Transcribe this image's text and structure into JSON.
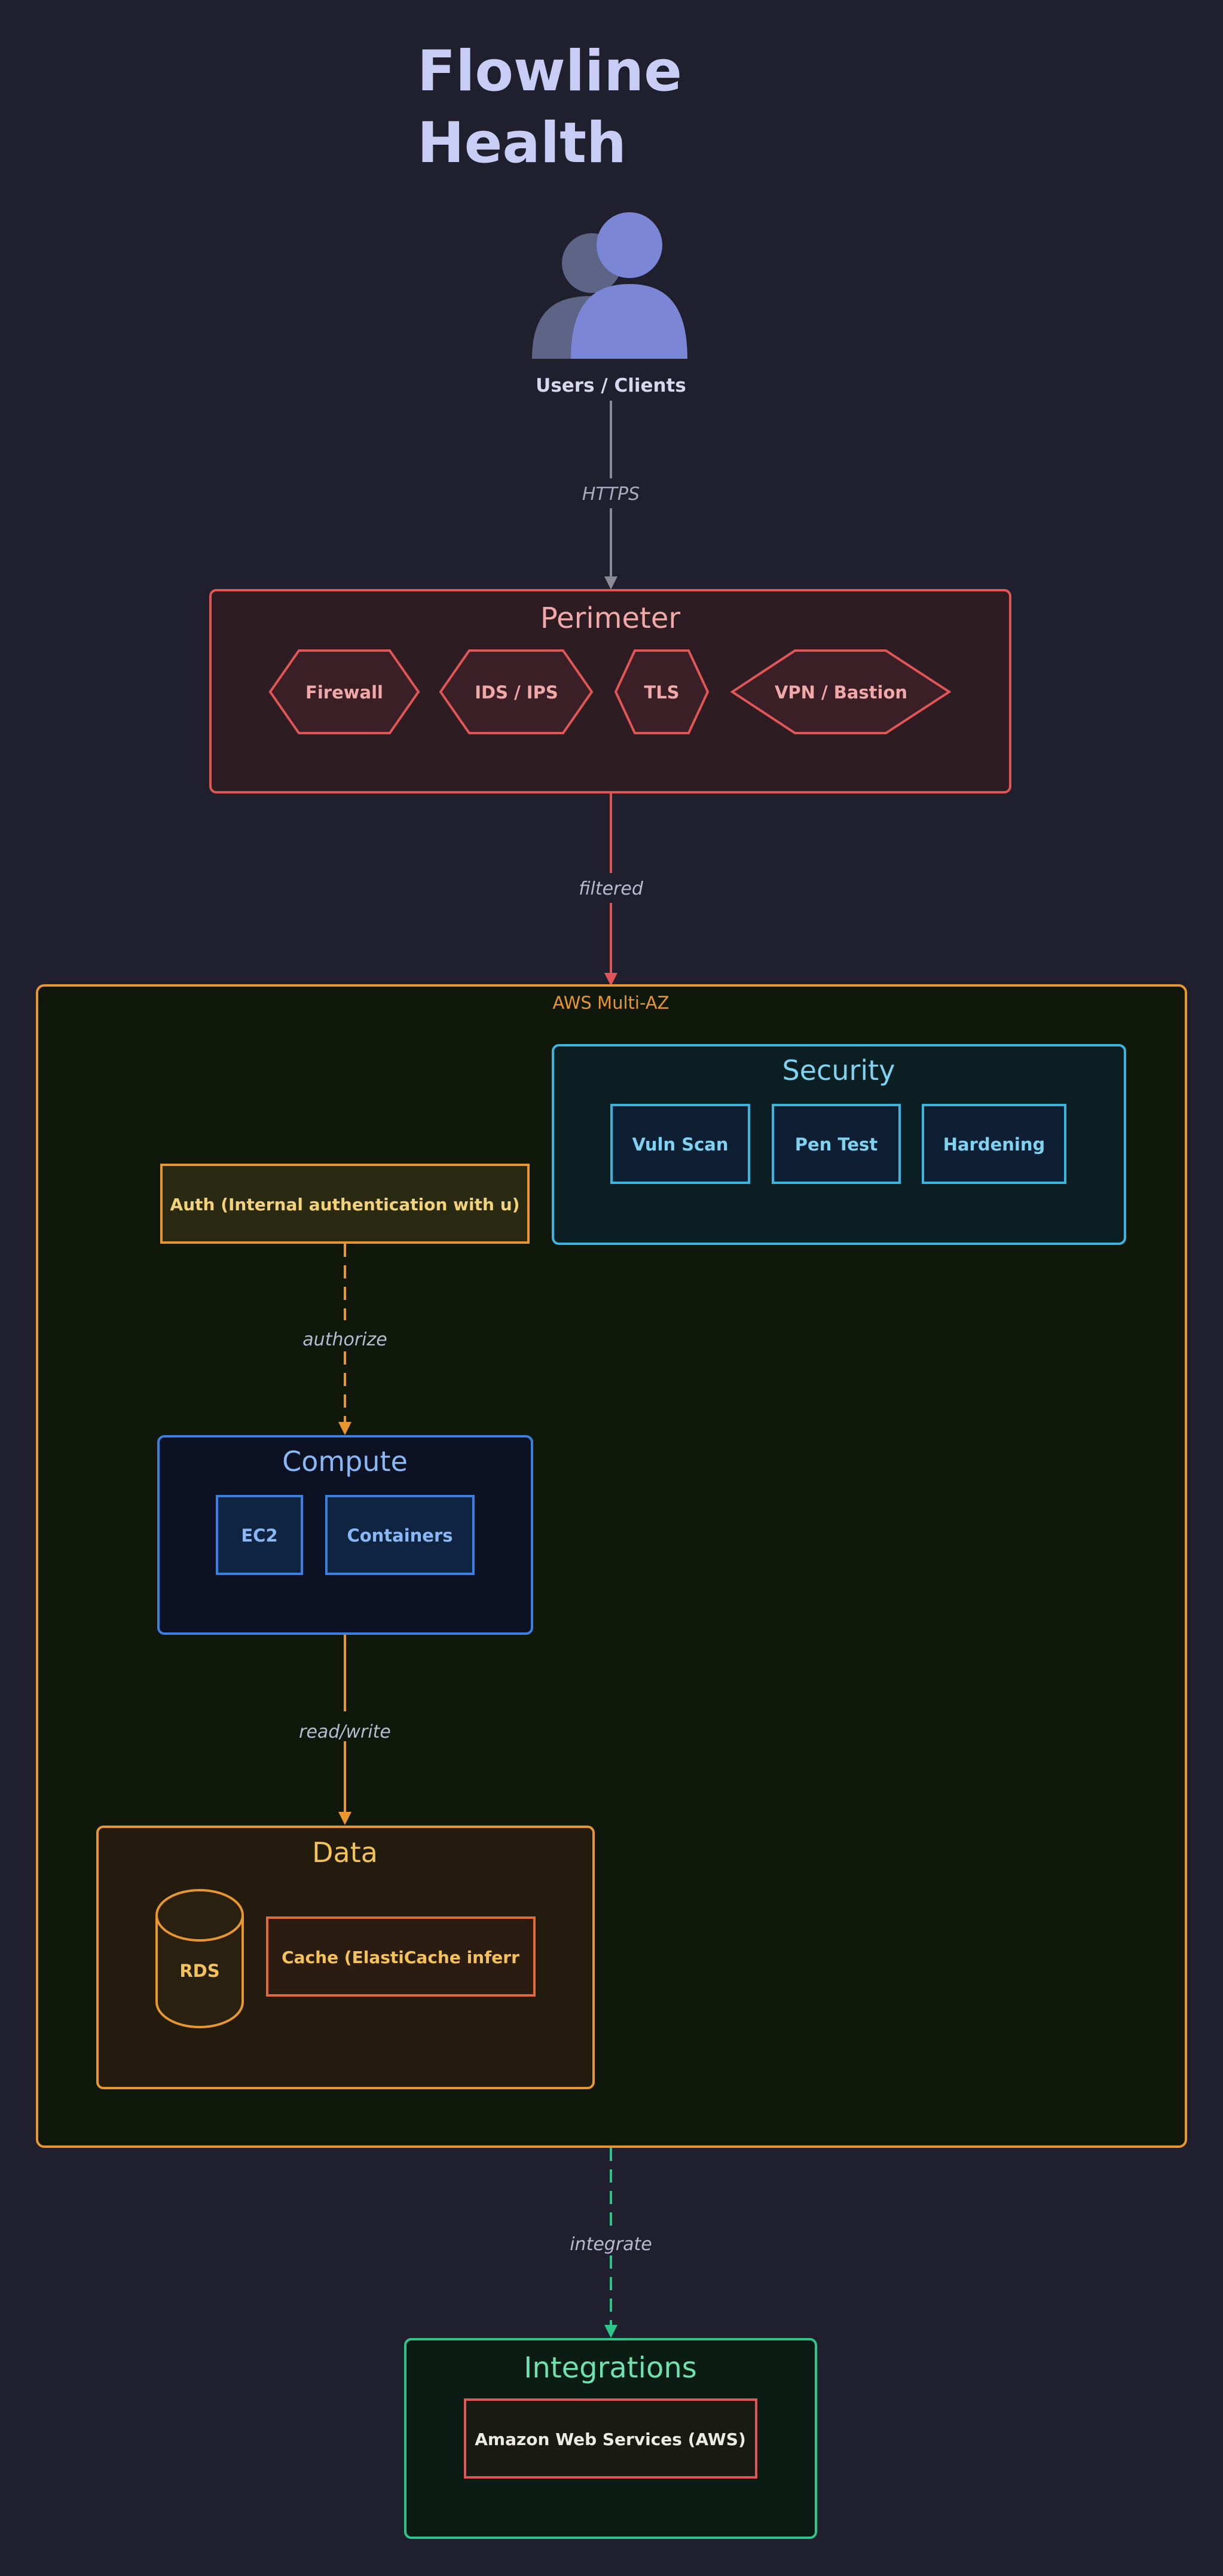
{
  "title_lines": [
    "Flowline",
    "Health"
  ],
  "users": {
    "label": "Users / Clients"
  },
  "edges": {
    "https": "HTTPS",
    "filtered": "filtered",
    "authorize": "authorize",
    "read_write": "read/write",
    "integrate": "integrate"
  },
  "perimeter": {
    "title": "Perimeter",
    "items": [
      "Firewall",
      "IDS / IPS",
      "TLS",
      "VPN / Bastion"
    ]
  },
  "aws": {
    "label": "AWS Multi-AZ"
  },
  "security": {
    "title": "Security",
    "items": [
      "Vuln Scan",
      "Pen Test",
      "Hardening"
    ]
  },
  "auth": {
    "label": "Auth (Internal authentication with u)"
  },
  "compute": {
    "title": "Compute",
    "items": [
      "EC2",
      "Containers"
    ]
  },
  "data_group": {
    "title": "Data",
    "db": "RDS",
    "cache": "Cache (ElastiCache inferr"
  },
  "integrations": {
    "title": "Integrations",
    "items": [
      "Amazon Web Services (AWS)"
    ]
  },
  "colors": {
    "background": "#1f1f2e",
    "perimeter": "#e05555",
    "aws": "#e8962e",
    "security": "#3bb4e0",
    "compute": "#3b7fe0",
    "data": "#e8962e",
    "integrations": "#2ec48a",
    "users_icon": "#7b86d6"
  },
  "icons": {
    "users": "users-group-icon",
    "database": "database-cylinder-icon"
  }
}
